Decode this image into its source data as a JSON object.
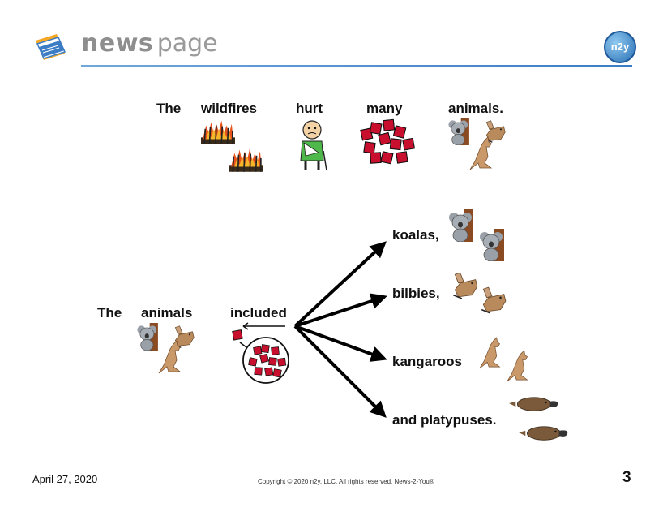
{
  "header": {
    "brand_bold": "news",
    "brand_light": "page",
    "logo_text": "n2y",
    "accent_color": "#3b7cc4"
  },
  "sentence1": {
    "words": [
      "The",
      "wildfires",
      "hurt",
      "many",
      "animals."
    ]
  },
  "sentence2": {
    "words": [
      "The",
      "animals",
      "included"
    ],
    "branches": [
      "koalas,",
      "bilbies,",
      "kangaroos",
      "and platypuses."
    ]
  },
  "footer": {
    "date": "April 27, 2020",
    "copyright": "Copyright © 2020 n2y, LLC. All rights reserved. News-2-You®",
    "page_number": "3"
  },
  "colors": {
    "fire": "#e8531c",
    "red_square": "#c8102e",
    "koala": "#9aa0a8",
    "tree": "#8a4a22",
    "kangaroo": "#c9996a",
    "platypus": "#7a5a3a"
  }
}
